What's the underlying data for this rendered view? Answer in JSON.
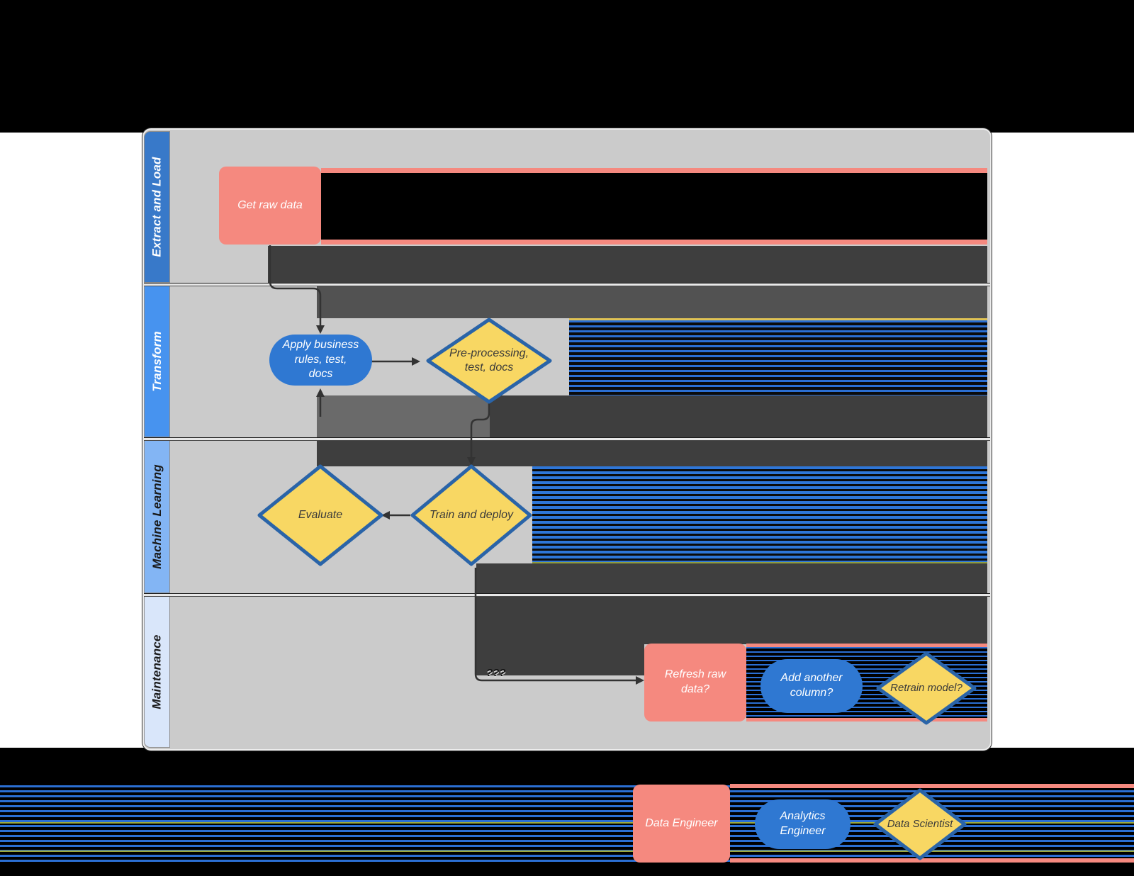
{
  "diagram": {
    "title_hint": "ML pipeline swimlane flowchart",
    "lanes": [
      {
        "label": "Extract and Load",
        "fill": "#3879C9",
        "text_color": "#FFFFFF"
      },
      {
        "label": "Transform",
        "fill": "#4793EF",
        "text_color": "#FFFFFF"
      },
      {
        "label": "Machine Learning",
        "fill": "#83B5F4",
        "text_color": "#1A1A1A"
      },
      {
        "label": "Maintenance",
        "fill": "#D9E6FA",
        "text_color": "#1A1A1A"
      }
    ],
    "nodes": {
      "get_raw_data": {
        "label": "Get raw data",
        "shape": "rectangle",
        "lane": "Extract and Load"
      },
      "apply_business_rules": {
        "label": "Apply business rules, test, docs",
        "shape": "pill",
        "lane": "Transform"
      },
      "pre_processing": {
        "label": "Pre-processing, test, docs",
        "shape": "diamond",
        "lane": "Transform"
      },
      "evaluate": {
        "label": "Evaluate",
        "shape": "diamond",
        "lane": "Machine Learning"
      },
      "train_and_deploy": {
        "label": "Train and deploy",
        "shape": "diamond",
        "lane": "Machine Learning"
      },
      "refresh_raw_data": {
        "label": "Refresh raw data?",
        "shape": "rectangle",
        "lane": "Maintenance"
      },
      "add_another_column": {
        "label": "Add another column?",
        "shape": "pill",
        "lane": "Maintenance"
      },
      "retrain_model": {
        "label": "Retrain model?",
        "shape": "diamond",
        "lane": "Maintenance"
      }
    },
    "connector_label": "???",
    "legend": {
      "data_engineer": {
        "label": "Data Engineer",
        "shape": "rectangle"
      },
      "analytics_engineer": {
        "label": "Analytics Engineer",
        "shape": "pill"
      },
      "data_scientist": {
        "label": "Data Scientist",
        "shape": "diamond"
      }
    },
    "colors": {
      "process_salmon": "#F5897F",
      "task_blue": "#2F78D2",
      "decision_yellow": "#F8D763",
      "decision_border": "#2A64A8",
      "canvas_gray": "#CBCBCB",
      "arrow": "#333333",
      "glitch_dark": "#3E3E3E",
      "glitch_black": "#000000",
      "glitch_stripe_blue": "#2B6FD3"
    }
  }
}
